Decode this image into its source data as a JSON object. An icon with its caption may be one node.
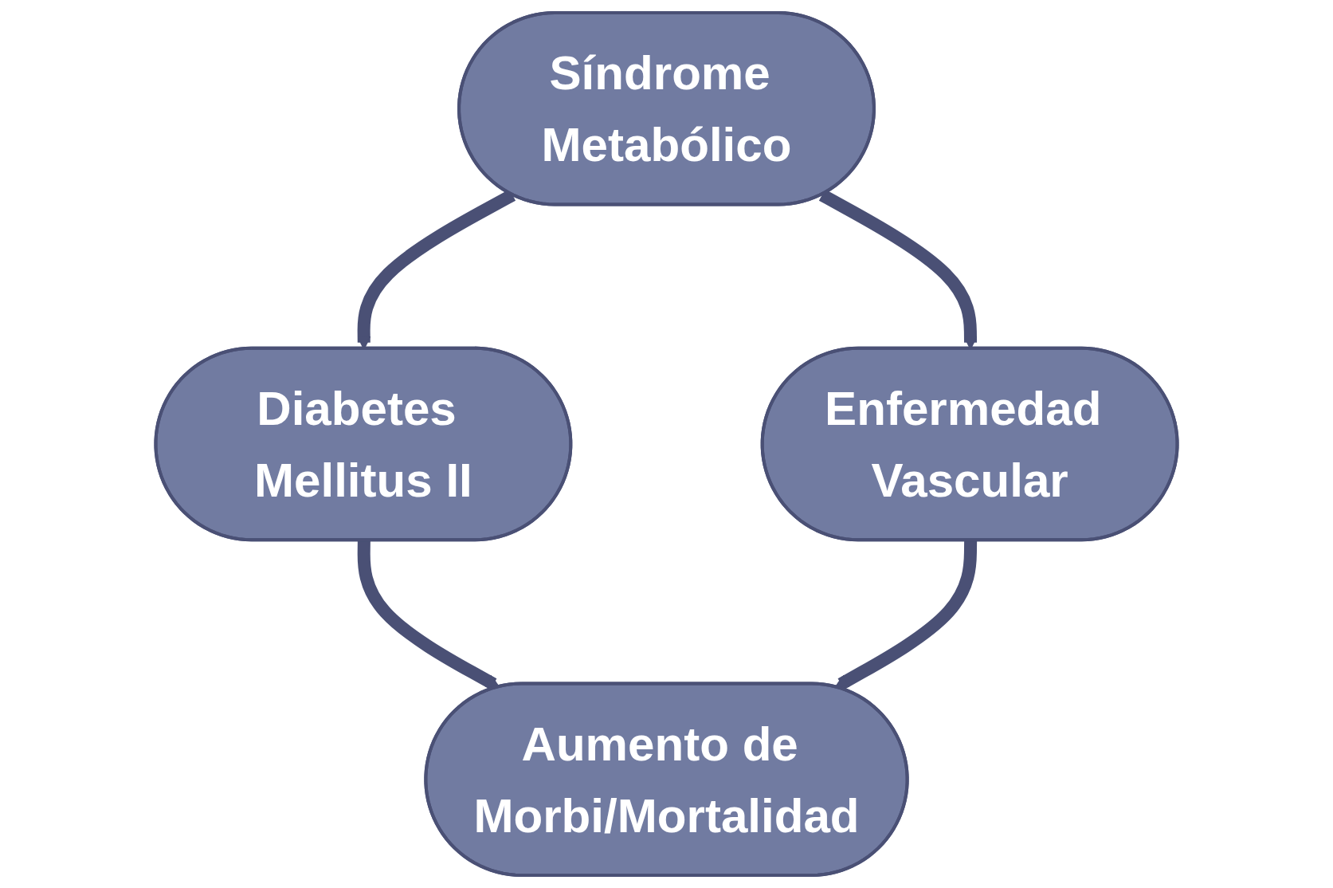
{
  "diagram": {
    "nodes": [
      {
        "text": [
          "Síndrome Metabólico"
        ]
      },
      {
        "text": [
          "Diabetes Mellitus II"
        ]
      },
      {
        "text": [
          "Enfermedad Vascular"
        ]
      },
      {
        "text": [
          "Aumento de Morbi/Mortalidad"
        ]
      }
    ],
    "edges": [
      {
        "from": 0,
        "to": 1,
        "arrow": "to"
      },
      {
        "from": 0,
        "to": 2,
        "arrow": "to"
      },
      {
        "from": 1,
        "to": 3,
        "arrow": "to"
      },
      {
        "from": 2,
        "to": 3,
        "arrow": "to"
      }
    ]
  }
}
